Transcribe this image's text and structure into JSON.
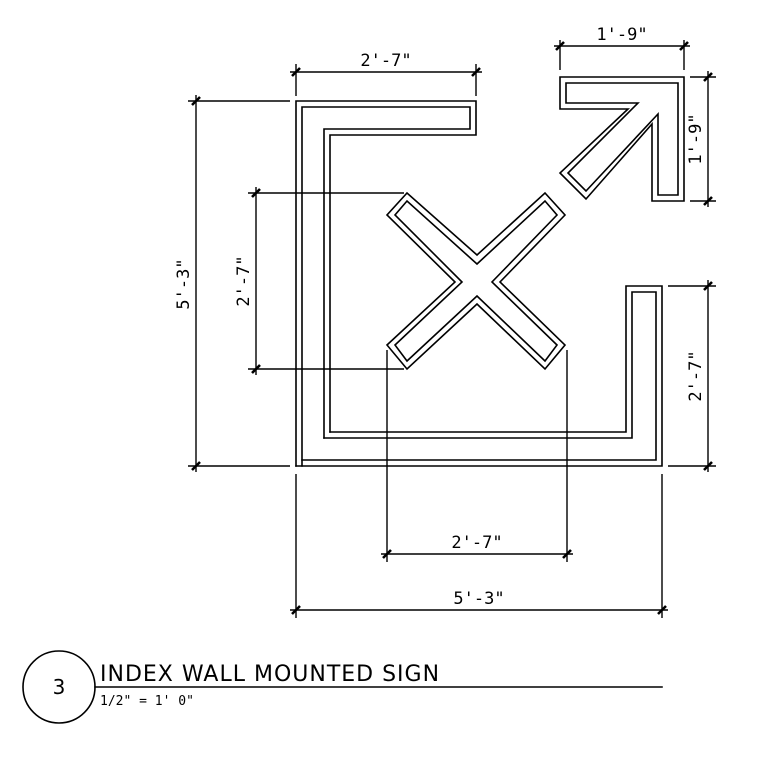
{
  "drawing": {
    "number": "3",
    "title": "INDEX WALL MOUNTED SIGN",
    "scale": "1/2\" = 1' 0\""
  },
  "dimensions": {
    "top_bracket_width": "2'-7\"",
    "arrow_width": "1'-9\"",
    "arrow_height": "1'-9\"",
    "overall_height": "5'-3\"",
    "x_height": "2'-7\"",
    "bottom_bracket_height": "2'-7\"",
    "x_width": "2'-7\"",
    "overall_width": "5'-3\""
  }
}
